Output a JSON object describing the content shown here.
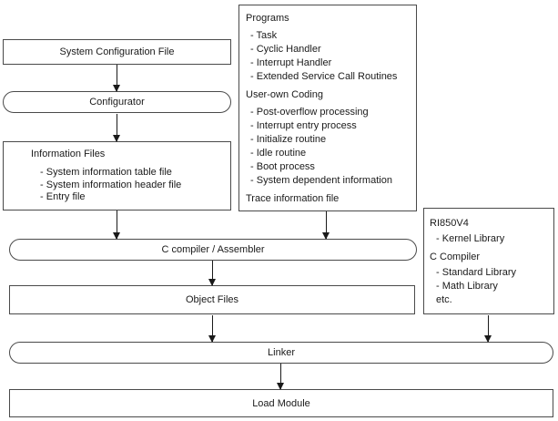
{
  "diagram": {
    "item_prefix": "- ",
    "colors": {
      "background": "#ffffff",
      "border": "#4a4a4a",
      "arrow": "#1a1a1a",
      "text": "#1a1a1a"
    },
    "system_config": {
      "label": "System Configuration File"
    },
    "configurator": {
      "label": "Configurator"
    },
    "information_files": {
      "title": "Information Files",
      "items": [
        "System information table file",
        "System information header file",
        "Entry file"
      ]
    },
    "programs": {
      "groups": [
        {
          "title": "Programs",
          "items": [
            "Task",
            "Cyclic Handler",
            "Interrupt Handler",
            "Extended Service Call Routines"
          ]
        },
        {
          "title": "User-own Coding",
          "items": [
            "Post-overflow processing",
            "Interrupt entry process",
            "Initialize routine",
            "Idle routine",
            "Boot process",
            "System dependent information"
          ]
        },
        {
          "title": "Trace information file",
          "items": []
        }
      ]
    },
    "compiler": {
      "label": "C compiler / Assembler"
    },
    "object_files": {
      "label": "Object Files"
    },
    "libraries": {
      "groups": [
        {
          "title": "RI850V4",
          "items": [
            "Kernel Library"
          ]
        },
        {
          "title": "C Compiler",
          "items": [
            "Standard Library",
            "Math Library"
          ]
        }
      ],
      "suffix": "etc."
    },
    "linker": {
      "label": "Linker"
    },
    "load_module": {
      "label": "Load Module"
    }
  }
}
